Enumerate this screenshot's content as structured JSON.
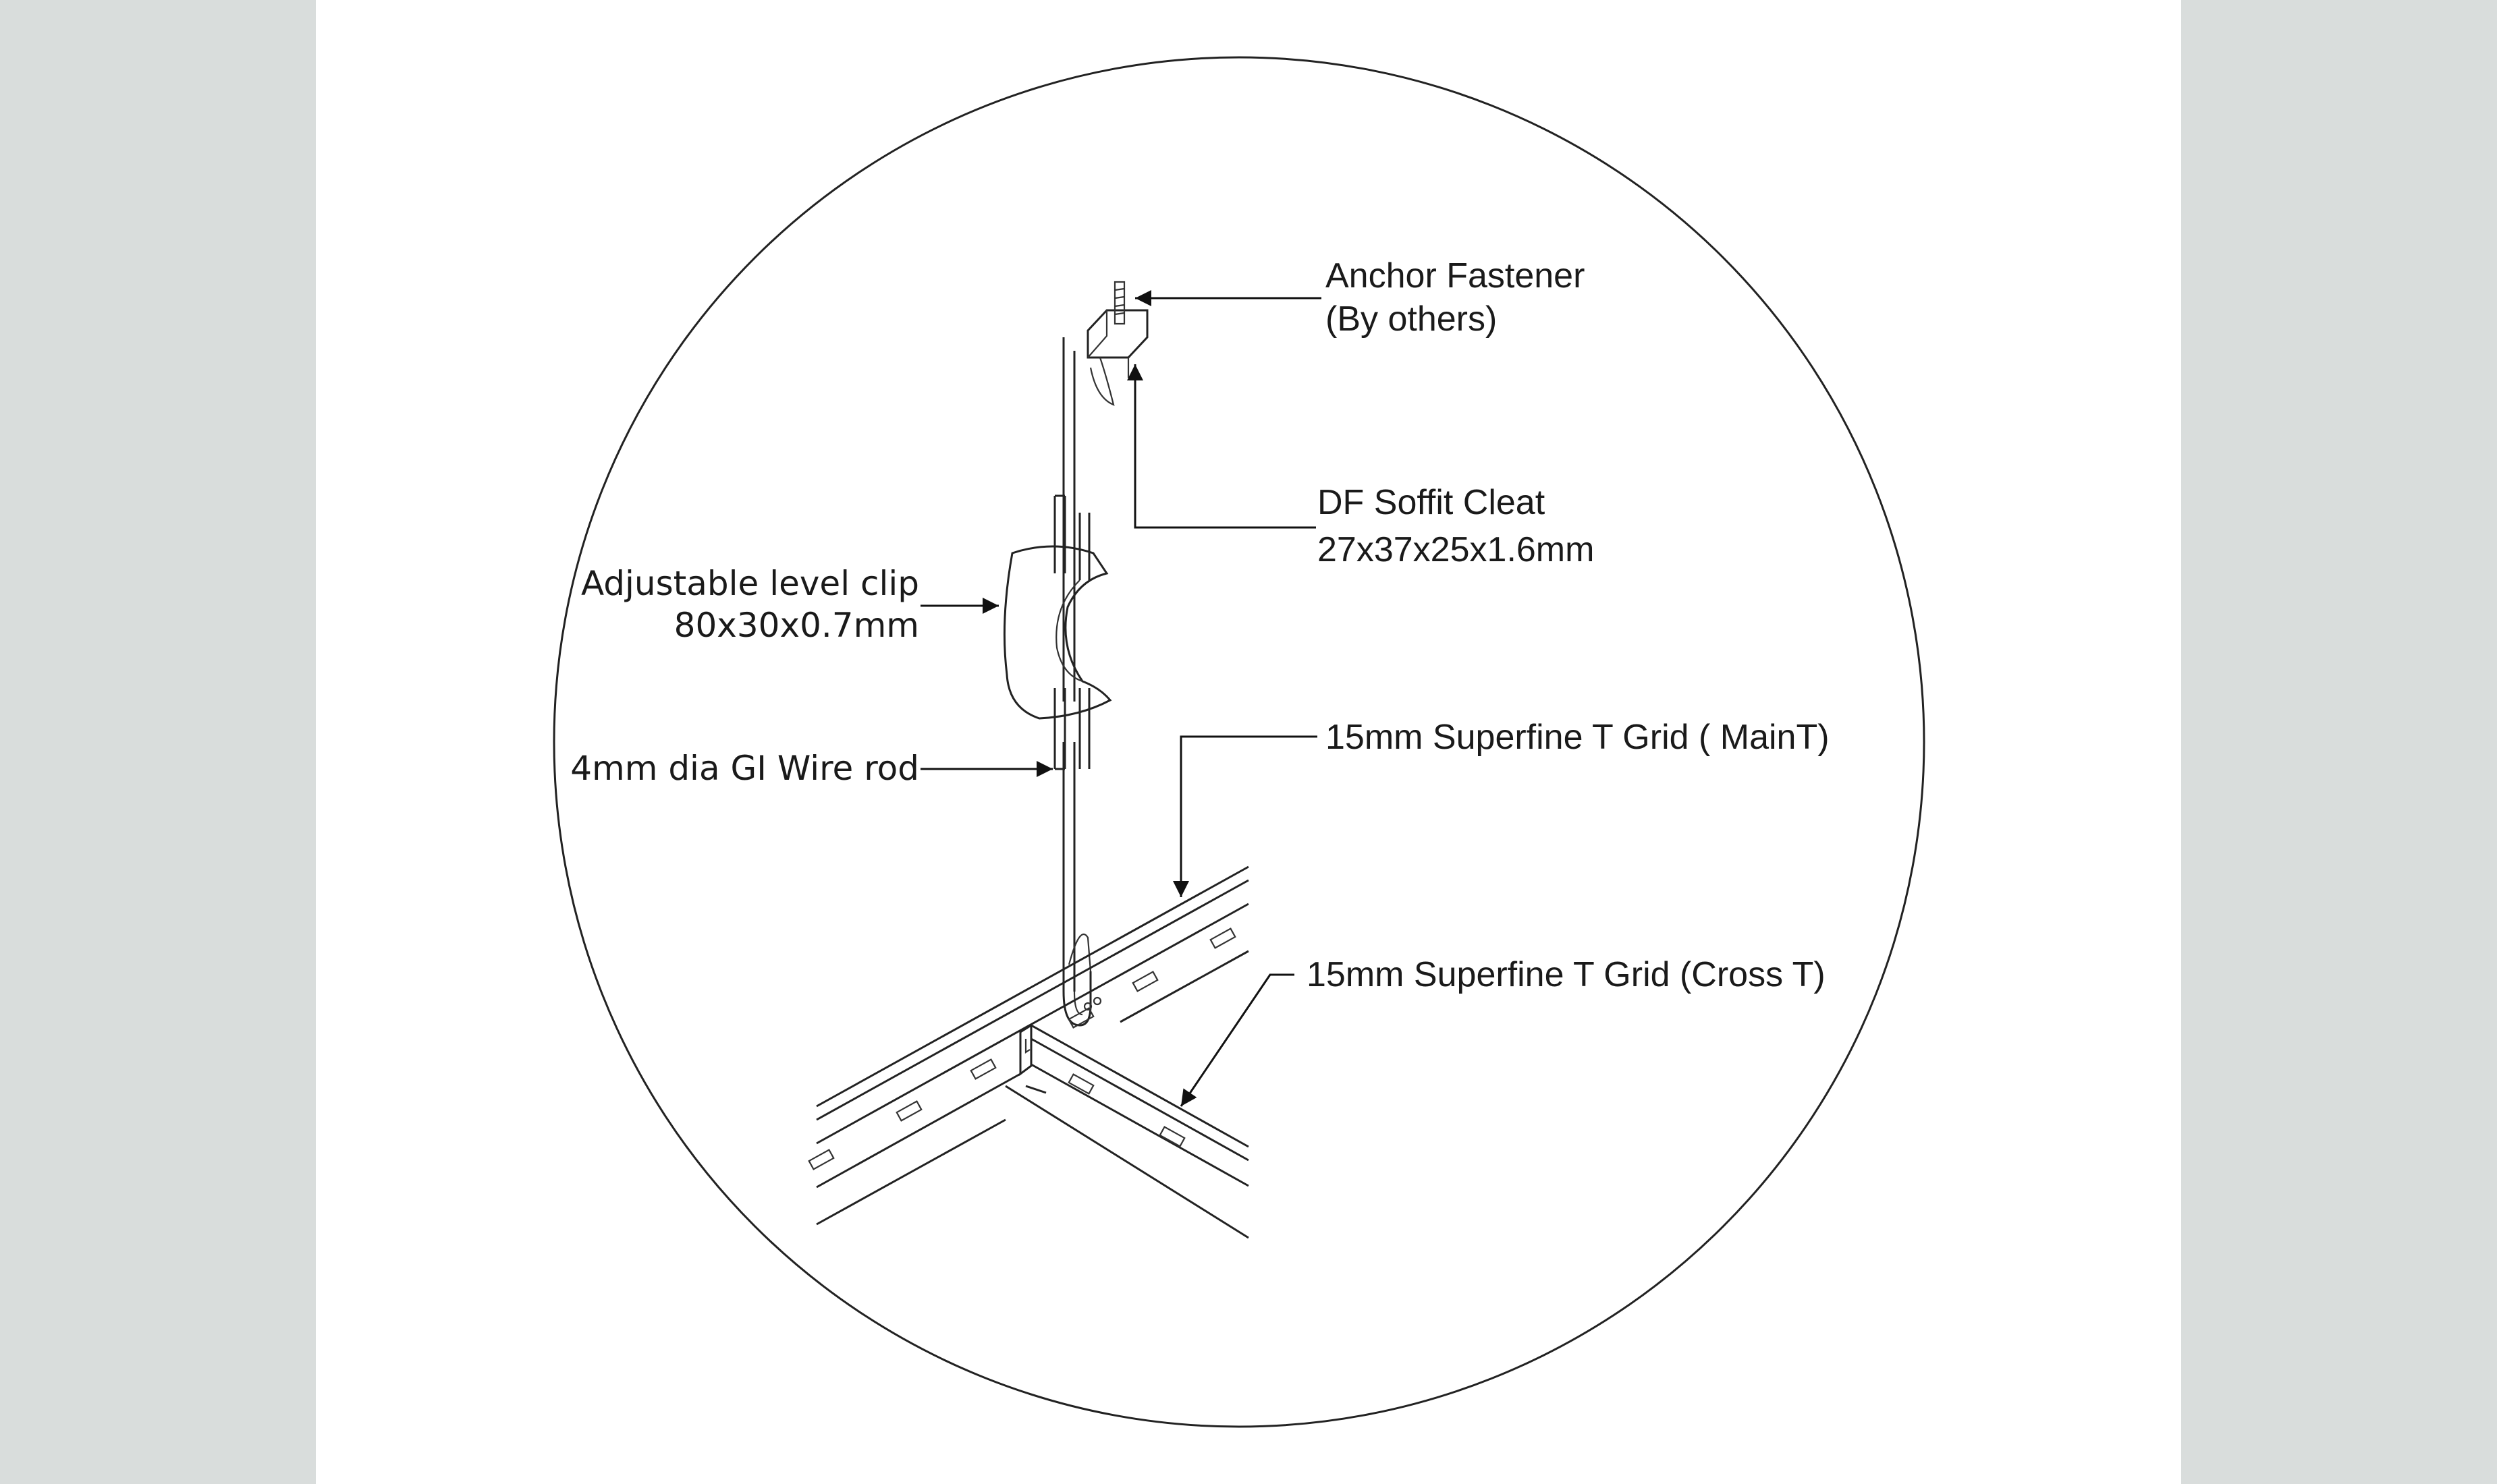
{
  "diagram": {
    "labels": {
      "anchor_fastener_line1": "Anchor Fastener",
      "anchor_fastener_line2": "(By others)",
      "soffit_cleat_line1": "DF Soffit Cleat",
      "soffit_cleat_line2": "27x37x25x1.6mm",
      "level_clip_line1": "Adjustable level clip",
      "level_clip_line2": "80x30x0.7mm",
      "wire_rod": "4mm dia GI Wire rod",
      "main_t": "15mm Superfine T Grid ( MainT)",
      "cross_t": "15mm Superfine T Grid (Cross T)"
    },
    "colors": {
      "side_panels": "#d9dddc",
      "background": "#ffffff",
      "line": "#222222"
    }
  }
}
